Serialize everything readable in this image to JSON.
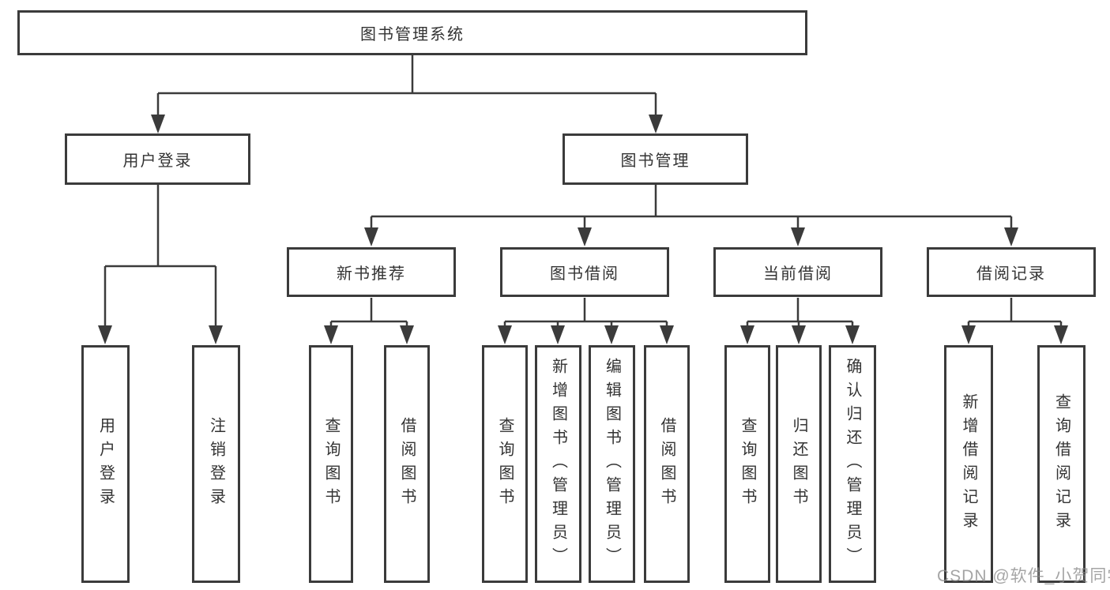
{
  "tree": {
    "root": {
      "label": "图书管理系统",
      "children": [
        {
          "label": "用户登录",
          "children": [
            {
              "label": "用户登录"
            },
            {
              "label": "注销登录"
            }
          ]
        },
        {
          "label": "图书管理",
          "children": [
            {
              "label": "新书推荐",
              "children": [
                {
                  "label": "查询图书"
                },
                {
                  "label": "借阅图书"
                }
              ]
            },
            {
              "label": "图书借阅",
              "children": [
                {
                  "label": "查询图书"
                },
                {
                  "label": "新增图书（管理员）"
                },
                {
                  "label": "编辑图书（管理员）"
                },
                {
                  "label": "借阅图书"
                }
              ]
            },
            {
              "label": "当前借阅",
              "children": [
                {
                  "label": "查询图书"
                },
                {
                  "label": "归还图书"
                },
                {
                  "label": "确认归还（管理员）"
                }
              ]
            },
            {
              "label": "借阅记录",
              "children": [
                {
                  "label": "新增借阅记录"
                },
                {
                  "label": "查询借阅记录"
                }
              ]
            }
          ]
        }
      ]
    }
  },
  "watermark": {
    "text": "CSDN @软件_小贺同学"
  },
  "colors": {
    "line": "#3b3b3b",
    "box_border": "#3b3b3b",
    "text": "#333333",
    "background": "#ffffff",
    "watermark": "#8c8c8c"
  }
}
